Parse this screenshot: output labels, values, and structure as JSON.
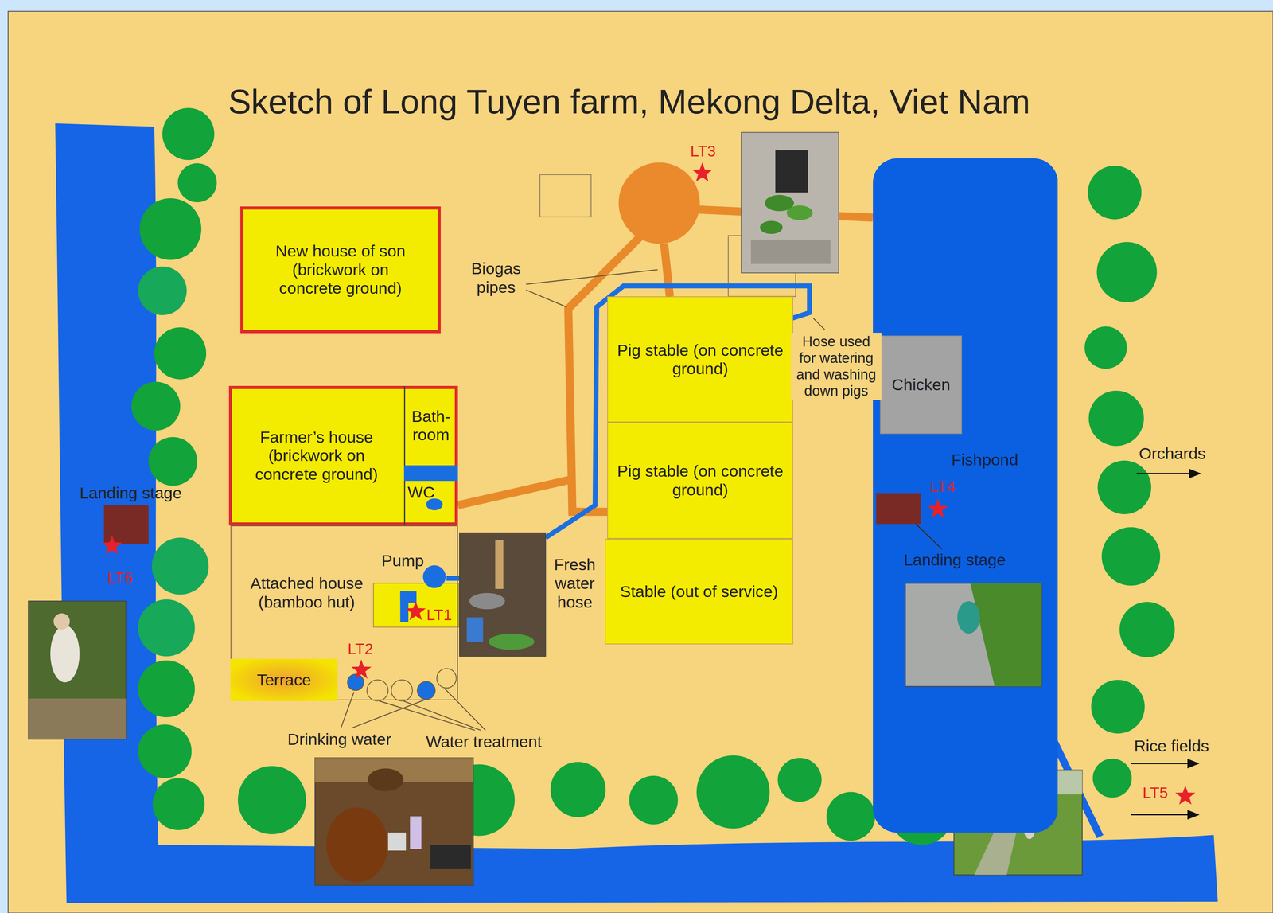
{
  "diagram": {
    "title": "Sketch of Long Tuyen farm, Mekong Delta, Viet Nam",
    "nodes": [
      {
        "text": [
          "New house of son (brickwork on concrete ground)"
        ]
      },
      {
        "text": [
          "Farmer’s house (brickwork on concrete ground)"
        ]
      },
      {
        "text": [
          "Bath- room"
        ],
        "in": 1
      },
      {
        "text": [
          "WC"
        ],
        "in": 1
      },
      {
        "text": [
          "Attached house (bamboo hut)"
        ]
      },
      {
        "text": [
          "Terrace"
        ],
        "in": 4
      },
      {
        "text": [
          "Pig stable (on concrete ground)"
        ]
      },
      {
        "text": [
          "Pig stable (on concrete ground)"
        ]
      },
      {
        "text": [
          "Stable (out of service)"
        ]
      },
      {
        "text": [
          "Fishpond"
        ]
      },
      {
        "text": [
          "Chicken"
        ]
      }
    ],
    "labels": [
      "Biogas pipes",
      "Hose used for watering and washing down pigs",
      "Fresh water hose",
      "Pump",
      "LT1",
      "LT2",
      "LT3",
      "LT4",
      "LT5",
      "LT6",
      "Landing stage",
      "Landing stage",
      "Drinking water",
      "Water treatment",
      "Orchards",
      "Rice fields"
    ]
  }
}
